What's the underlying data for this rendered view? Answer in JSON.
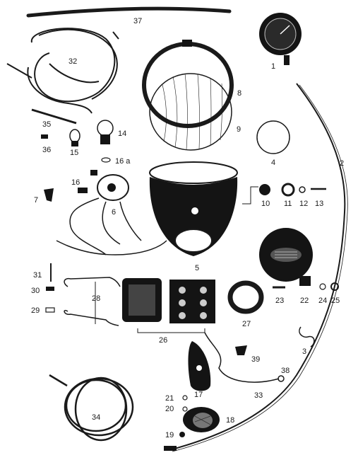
{
  "labels": {
    "n1": "1",
    "n2": "2",
    "n3": "3",
    "n4": "4",
    "n5": "5",
    "n6": "6",
    "n7": "7",
    "n8": "8",
    "n9": "9",
    "n10": "10",
    "n11": "11",
    "n12": "12",
    "n13": "13",
    "n14": "14",
    "n15": "15",
    "n16": "16",
    "n16a": "16 a",
    "n17": "17",
    "n18": "18",
    "n19": "19",
    "n20": "20",
    "n21": "21",
    "n22": "22",
    "n23": "23",
    "n24": "24",
    "n25": "25",
    "n26": "26",
    "n27": "27",
    "n28": "28",
    "n29": "29",
    "n30": "30",
    "n31": "31",
    "n32": "32",
    "n33": "33",
    "n34": "34",
    "n35": "35",
    "n36": "36",
    "n37": "37",
    "n38": "38",
    "n39": "39"
  }
}
